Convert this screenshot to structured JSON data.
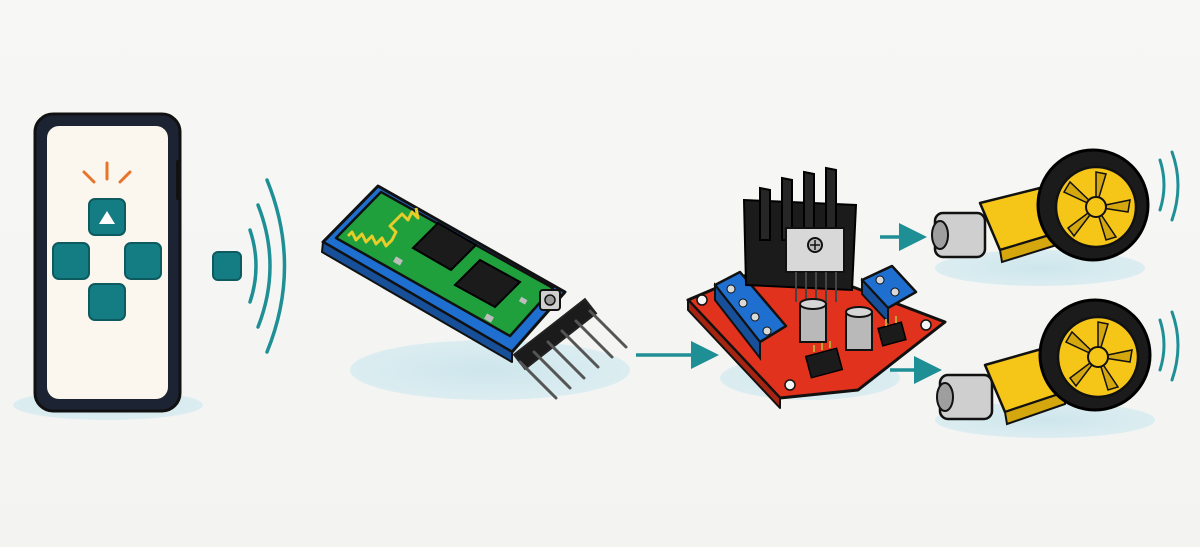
{
  "diagram": {
    "nodes": [
      {
        "id": "smartphone",
        "label": "",
        "icon": "smartphone-dpad-controller"
      },
      {
        "id": "bluetooth-module",
        "label": "",
        "icon": "hc-05-bluetooth-module"
      },
      {
        "id": "motor-driver",
        "label": "",
        "icon": "l298n-motor-driver"
      },
      {
        "id": "motor-top",
        "label": "",
        "icon": "yellow-gear-motor-with-wheel"
      },
      {
        "id": "motor-bottom",
        "label": "",
        "icon": "yellow-gear-motor-with-wheel"
      }
    ],
    "edges": [
      {
        "from": "smartphone",
        "to": "bluetooth-module",
        "style": "wireless-waves"
      },
      {
        "from": "bluetooth-module",
        "to": "motor-driver",
        "style": "arrow"
      },
      {
        "from": "motor-driver",
        "to": "motor-top",
        "style": "arrow"
      },
      {
        "from": "motor-driver",
        "to": "motor-bottom",
        "style": "arrow"
      }
    ]
  },
  "colors": {
    "accent": "#1f8f96",
    "phone_screen": "#fbf7ee",
    "dpad": "#147d83",
    "pcb_green": "#1fa03c",
    "pcb_blue": "#1f6fd1",
    "driver_red": "#e0321c",
    "motor_yellow": "#f5c518",
    "shadow": "#d2e8ee",
    "outline": "#1b1b1b"
  }
}
